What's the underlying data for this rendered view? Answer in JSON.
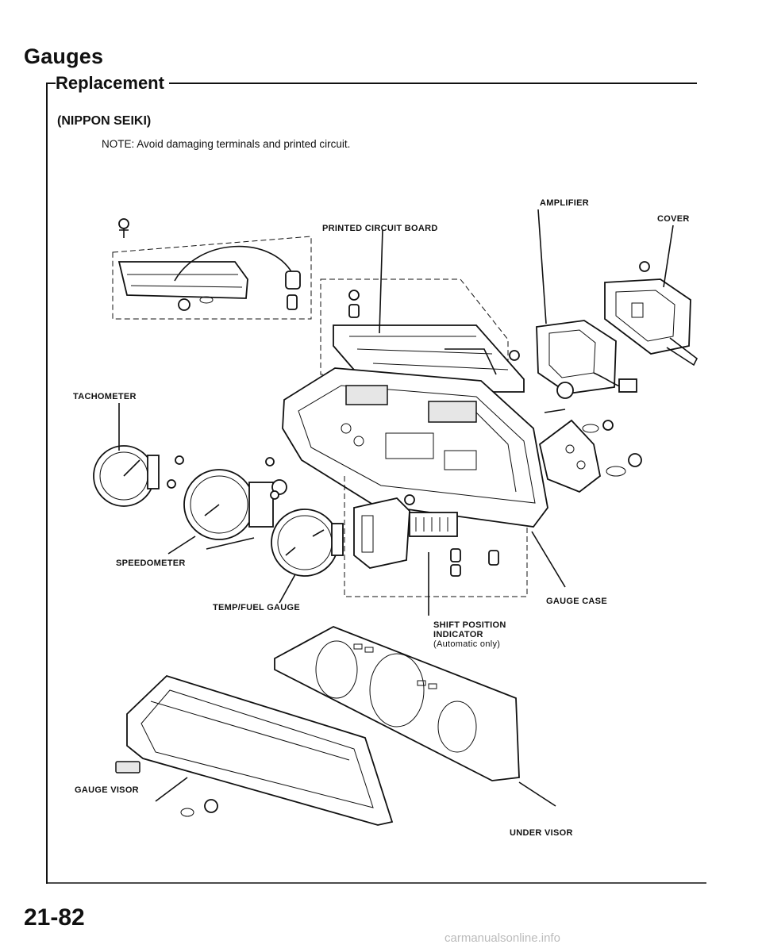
{
  "header": {
    "title": "Gauges",
    "section": "Replacement"
  },
  "brand": "(NIPPON SEIKI)",
  "note": "NOTE: Avoid damaging terminals and printed circuit.",
  "labels": {
    "amplifier": "AMPLIFIER",
    "cover": "COVER",
    "printed_circuit_board": "PRINTED CIRCUIT BOARD",
    "tachometer": "TACHOMETER",
    "speedometer": "SPEEDOMETER",
    "temp_fuel_gauge": "TEMP/FUEL GAUGE",
    "gauge_case": "GAUGE CASE",
    "shift_position_indicator_line1": "SHIFT POSITION",
    "shift_position_indicator_line2": "INDICATOR",
    "shift_position_indicator_note": "(Automatic only)",
    "gauge_visor": "GAUGE VISOR",
    "under_visor": "UNDER VISOR"
  },
  "footer": {
    "page_number": "21-82",
    "watermark": "carmanualsonline.info"
  }
}
